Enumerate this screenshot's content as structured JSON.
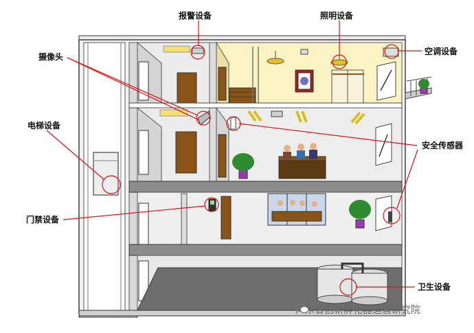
{
  "labels": {
    "alarm": "报警设备",
    "lighting": "照明设备",
    "camera": "摄像头",
    "aircon": "空调设备",
    "elevator": "电梯设备",
    "security_sensor": "安全传感器",
    "access_control": "门禁设备",
    "sanitary": "卫生设备"
  },
  "watermark": "广东省创新孵化器运营研究院",
  "colors": {
    "callout": "#e01010",
    "wall_outline": "#333333",
    "top_room_wall": "#fbf4c2",
    "floor": "#8c8c8c",
    "ground_floor": "#6e6e6e",
    "door": "#8a5418",
    "plant": "#2e8b2e"
  }
}
